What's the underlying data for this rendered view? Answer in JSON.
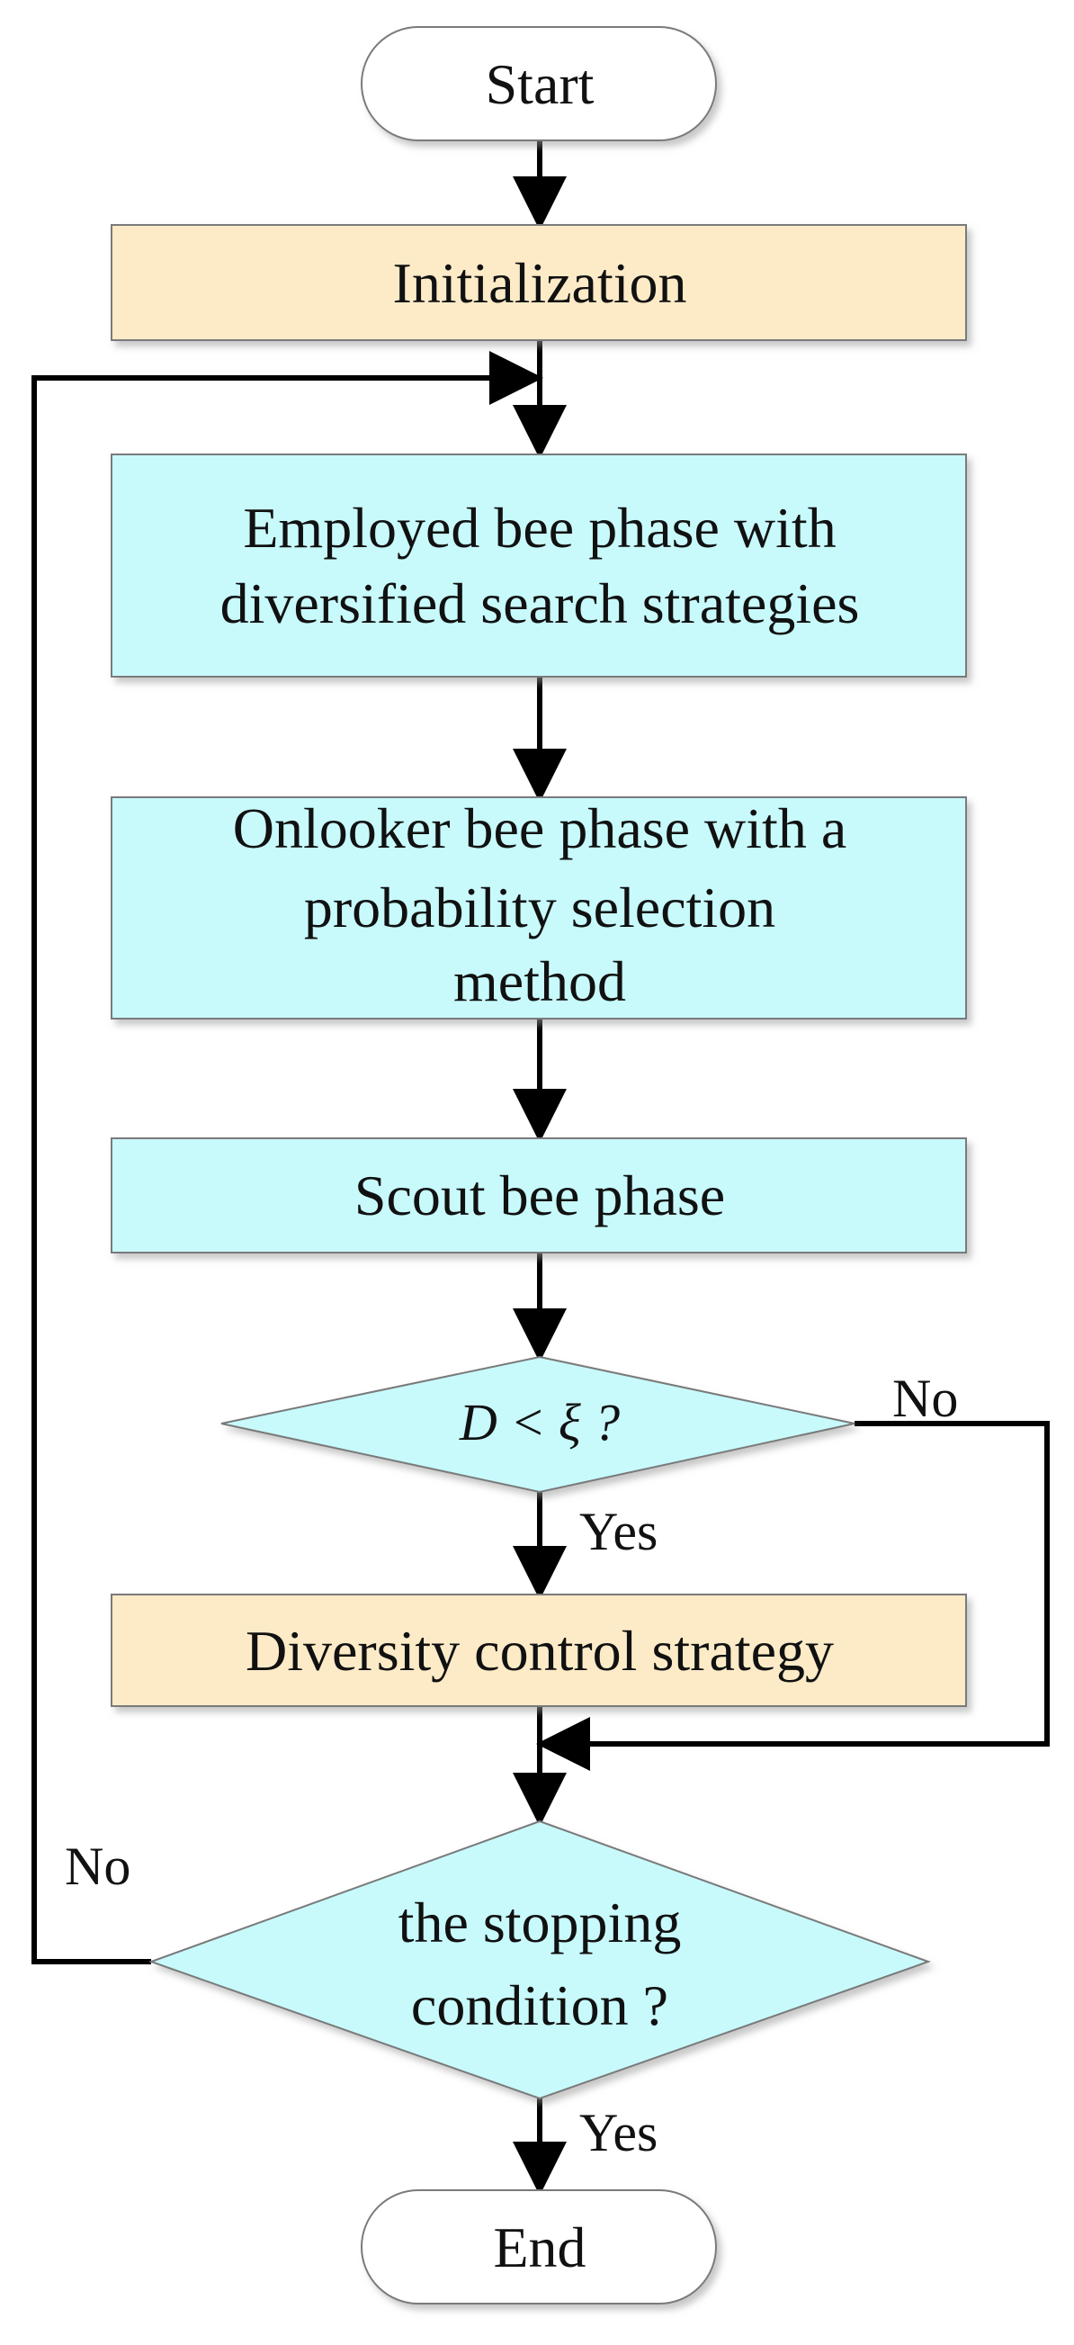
{
  "colors": {
    "process_fill": "#c8fafc",
    "init_fill": "#fdebc8",
    "terminal_fill": "#ffffff",
    "line": "#000000"
  },
  "nodes": {
    "start": {
      "label": "Start"
    },
    "initialization": {
      "label": "Initialization"
    },
    "employed": {
      "lines": [
        "Employed bee phase with",
        "diversified search strategies"
      ]
    },
    "onlooker": {
      "lines": [
        "Onlooker bee phase with a",
        "probability selection",
        "method"
      ]
    },
    "scout": {
      "label": "Scout bee phase"
    },
    "diversity_check": {
      "label": "D < ξ ?"
    },
    "diversity_control": {
      "label": "Diversity control strategy"
    },
    "stopping_check": {
      "lines": [
        "the stopping",
        "condition ?"
      ]
    },
    "end": {
      "label": "End"
    }
  },
  "edge_labels": {
    "diversity_no": "No",
    "diversity_yes": "Yes",
    "stopping_no": "No",
    "stopping_yes": "Yes"
  }
}
